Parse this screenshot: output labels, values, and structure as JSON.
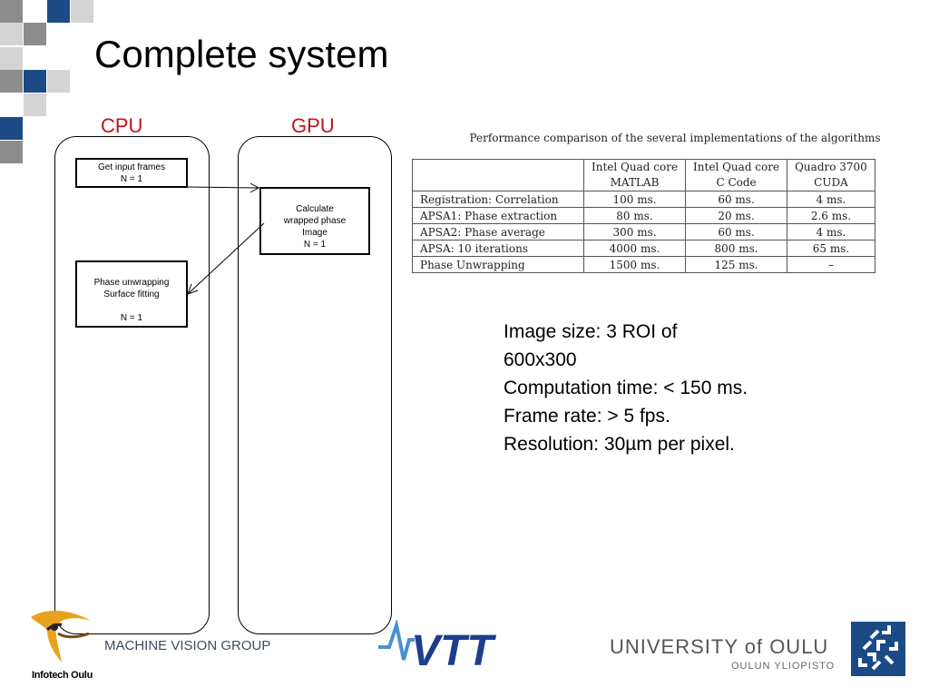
{
  "title": "Complete system",
  "diagram": {
    "lanes": {
      "cpu_label": "CPU",
      "gpu_label": "GPU"
    },
    "boxes": {
      "get_input": [
        "Get input frames",
        "N = 1"
      ],
      "calc_phase": [
        "Calculate",
        "wrapped  phase",
        "Image",
        "N = 1"
      ],
      "unwrap": [
        "Phase unwrapping",
        "Surface fitting",
        "",
        "N = 1"
      ]
    }
  },
  "performance": {
    "caption": "Performance comparison of the several implementations of the algorithms",
    "headers": [
      [
        "",
        "Intel Quad core",
        "Intel Quad core",
        "Quadro 3700"
      ],
      [
        "",
        "MATLAB",
        "C Code",
        "CUDA"
      ]
    ],
    "rows": [
      [
        "Registration: Correlation",
        "100 ms.",
        "60 ms.",
        "4 ms."
      ],
      [
        "APSA1: Phase extraction",
        "80 ms.",
        "20 ms.",
        "2.6 ms."
      ],
      [
        "APSA2: Phase average",
        "300 ms.",
        "60 ms.",
        "4 ms."
      ],
      [
        "APSA: 10 iterations",
        "4000 ms.",
        "800 ms.",
        "65 ms."
      ],
      [
        "Phase Unwrapping",
        "1500 ms.",
        "125 ms.",
        "–"
      ]
    ]
  },
  "info": [
    "Image size: 3 ROI of",
    "600x300",
    "Computation time: < 150 ms.",
    "Frame rate: > 5 fps.",
    "Resolution: 30µm per pixel."
  ],
  "footer": {
    "group": "MACHINE VISION GROUP",
    "infotech": "Infotech Oulu",
    "university": "UNIVERSITY of OULU",
    "university_sub": "OULUN YLIOPISTO",
    "vtt": "VTT"
  },
  "colors": {
    "accent_red": "#c0141c",
    "navy": "#1c4a86",
    "grey": "#8c8c8c",
    "light_grey": "#d4d4d4"
  }
}
